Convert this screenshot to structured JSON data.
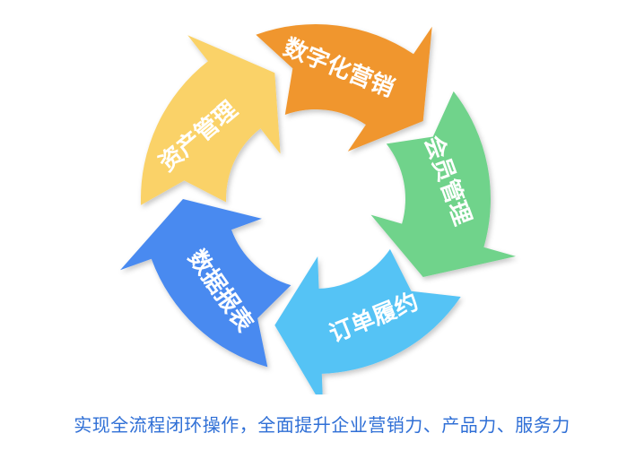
{
  "diagram": {
    "segments": [
      {
        "id": "digital-marketing",
        "label": "数字化营销",
        "color": "#F0962F"
      },
      {
        "id": "member-management",
        "label": "会员管理",
        "color": "#6FD38B"
      },
      {
        "id": "order-fulfillment",
        "label": "订单履约",
        "color": "#55C3F5"
      },
      {
        "id": "data-reports",
        "label": "数据报表",
        "color": "#4A8AF0"
      },
      {
        "id": "asset-management",
        "label": "资产管理",
        "color": "#FAD268"
      }
    ],
    "caption": "实现全流程闭环操作，全面提升企业营销力、产品力、服务力"
  }
}
